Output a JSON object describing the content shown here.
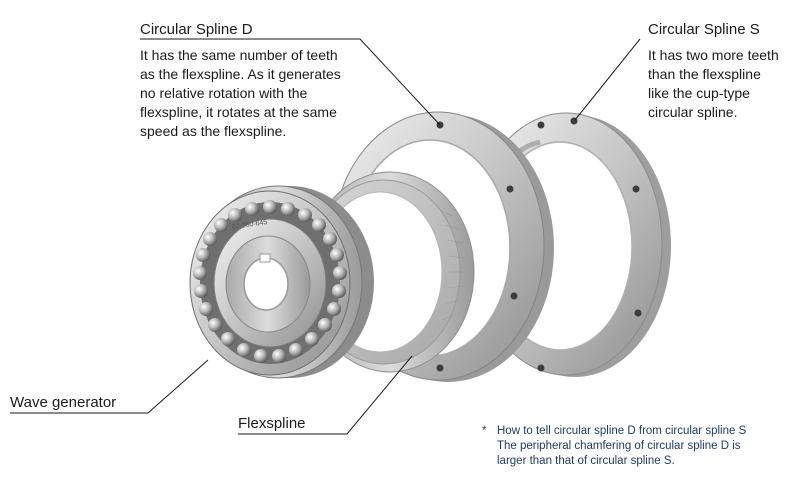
{
  "callouts": {
    "circular_spline_d": {
      "title": "Circular Spline D",
      "description": "It has the same number of teeth\nas the flexspline. As it generates\nno relative rotation with the\nflexspline, it rotates at the same\nspeed as the flexspline."
    },
    "circular_spline_s": {
      "title": "Circular Spline S",
      "description": "It has two more teeth\nthan the flexspline\nlike the cup-type\ncircular spline."
    },
    "wave_generator": {
      "title": "Wave generator"
    },
    "flexspline": {
      "title": "Flexspline"
    }
  },
  "part_marking": "02-260-645",
  "footnote": {
    "marker": "*",
    "text": "How to tell circular spline D from circular spline S\nThe peripheral chamfering of circular spline D is\nlarger than that of circular spline S."
  },
  "colors": {
    "footnote_text": "#1f3a6b",
    "leader_line": "#1a1a1a",
    "metal_light": "#e2e2e2",
    "metal_dark": "#8c8c8c"
  }
}
